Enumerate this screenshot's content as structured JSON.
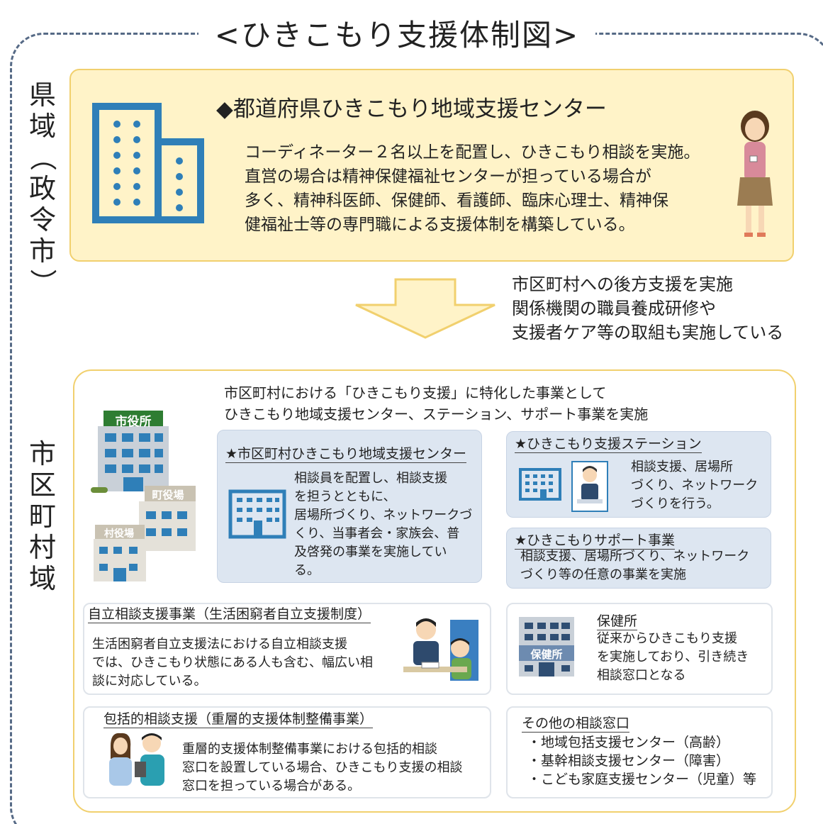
{
  "title": "<ひきこもり支援体制図>",
  "labels": {
    "prefecture": [
      "県",
      "域",
      "（",
      "政",
      "令",
      "市",
      "）"
    ],
    "municipal": [
      "市",
      "区",
      "町",
      "村",
      "域"
    ]
  },
  "prefecture_center": {
    "heading": "◆都道府県ひきこもり地域支援センター",
    "lines": [
      "コーディネーター２名以上を配置し、ひきこもり相談を実施。",
      "直営の場合は精神保健福祉センターが担っている場合が",
      "多く、精神科医師、保健師、看護師、臨床心理士、精神保",
      "健福祉士等の専門職による支援体制を構築している。"
    ]
  },
  "support_note": [
    "市区町村への後方支援を実施",
    "関係機関の職員養成研修や",
    "支援者ケア等の取組も実施している"
  ],
  "municipal_intro": [
    "市区町村における「ひきこもり支援」に特化した事業として",
    "ひきこもり地域支援センター、ステーション、サポート事業を実施"
  ],
  "building_signs": {
    "city": "市役所",
    "town": "町役場",
    "village": "村役場",
    "health": "保健所"
  },
  "cards": {
    "municipal_center": {
      "title": "★市区町村ひきこもり地域支援センター",
      "lines": [
        "相談員を配置し、相談支援",
        "を担うとともに、",
        "居場所づくり、ネットワークづ",
        "くり、当事者会・家族会、普",
        "及啓発の事業を実施してい",
        "る。"
      ]
    },
    "station": {
      "title": "★ひきこもり支援ステーション",
      "lines": [
        "相談支援、居場所",
        "づくり、ネットワーク",
        "づくりを行う。"
      ]
    },
    "support_project": {
      "title": "★ひきこもりサポート事業",
      "lines": [
        "相談支援、居場所づくり、ネットワーク",
        "づくり等の任意の事業を実施"
      ]
    },
    "self_reliance": {
      "title": "自立相談支援事業（生活困窮者自立支援制度）",
      "lines": [
        "生活困窮者自立支援法における自立相談支援",
        "では、ひきこもり状態にある人も含む、幅広い相",
        "談に対応している。"
      ]
    },
    "health_center": {
      "title": "保健所",
      "lines": [
        "従来からひきこもり支援",
        "を実施しており、引き続き",
        "相談窓口となる"
      ]
    },
    "comprehensive": {
      "title": "包括的相談支援（重層的支援体制整備事業）",
      "lines": [
        "重層的支援体制整備事業における包括的相談",
        "窓口を設置している場合、ひきこもり支援の相談",
        "窓口を担っている場合がある。"
      ]
    },
    "other": {
      "title": "その他の相談窓口",
      "items": [
        "・地域包括支援センター（高齢）",
        "・基幹相談支援センター（障害）",
        "・こども家庭支援センター（児童）等"
      ]
    }
  },
  "colors": {
    "frame": "#566a86",
    "pref_fill": "#fff3c8",
    "gold": "#f1d06e",
    "card_blue": "#dde6f1",
    "icon_blue": "#2f7fb8"
  }
}
